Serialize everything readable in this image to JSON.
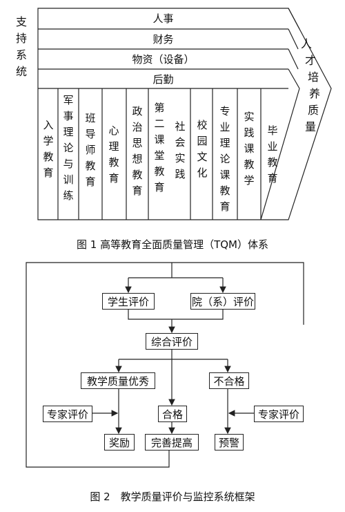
{
  "fig1": {
    "left_label": [
      "支",
      "持",
      "系",
      "统"
    ],
    "rows": [
      "人事",
      "财务",
      "物资（设备）",
      "后勤"
    ],
    "right_label": [
      "人",
      "才",
      "培",
      "养",
      "质",
      "量"
    ],
    "columns": [
      {
        "lines": [
          "入学教育"
        ]
      },
      {
        "lines": [
          "军事理论与训练"
        ]
      },
      {
        "lines": [
          "班导师教育"
        ]
      },
      {
        "lines": [
          "心理教育"
        ]
      },
      {
        "lines": [
          "政治思想教育"
        ]
      },
      {
        "lines": [
          "第二课堂教育",
          "社会实践"
        ]
      },
      {
        "lines": [
          "校园文化"
        ]
      },
      {
        "lines": [
          "专业理论课教育"
        ]
      },
      {
        "lines": [
          "实践课教学"
        ]
      },
      {
        "lines": [
          "毕业教育"
        ]
      }
    ],
    "caption": "图 1 高等教育全面质量管理（TQM）体系"
  },
  "fig2": {
    "nodes": {
      "student_eval": "学生评价",
      "college_eval": "院（系）评价",
      "overall_eval": "综合评价",
      "excellent": "教学质量优秀",
      "unqualified": "不合格",
      "expert_left": "专家评价",
      "qualified": "合格",
      "expert_right": "专家评价",
      "reward": "奖励",
      "improve": "完善提高",
      "warning": "预警"
    },
    "caption": "图 2　教学质量评价与监控系统框架"
  }
}
